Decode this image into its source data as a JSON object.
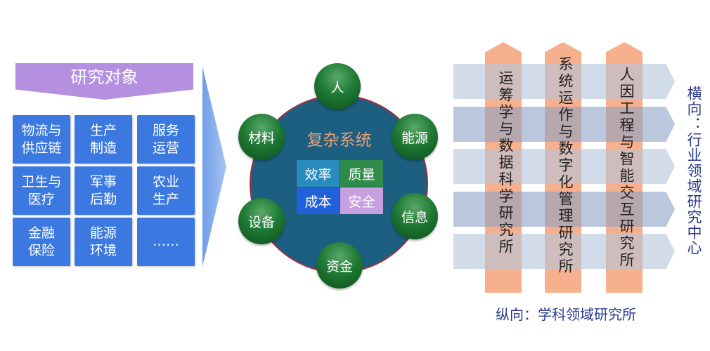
{
  "left": {
    "banner": "研究对象",
    "cells": [
      "物流与\n供应链",
      "生产\n制造",
      "服务\n运营",
      "卫生与\n医疗",
      "军事\n后勤",
      "农业\n生产",
      "金融\n保险",
      "能源\n环境",
      "……"
    ]
  },
  "center": {
    "title": "复杂系统",
    "nodes": [
      "人",
      "材料",
      "能源",
      "设备",
      "信息",
      "资金"
    ],
    "puzzle": [
      "效率",
      "质量",
      "成本",
      "安全"
    ]
  },
  "right": {
    "columns": [
      "运筹学与数据科学研究所",
      "系统运作与数字化管理研究所",
      "人因工程与智能交互研究所"
    ],
    "side_label": "横向：行业领域研究中心",
    "bottom_label": "纵向：学科领域研究所"
  },
  "colors": {
    "banner": "#b58fe0",
    "cell": "#3b79e0",
    "node": "#1f7a34",
    "column": "#f7b08e",
    "label": "#2a3a8a"
  }
}
